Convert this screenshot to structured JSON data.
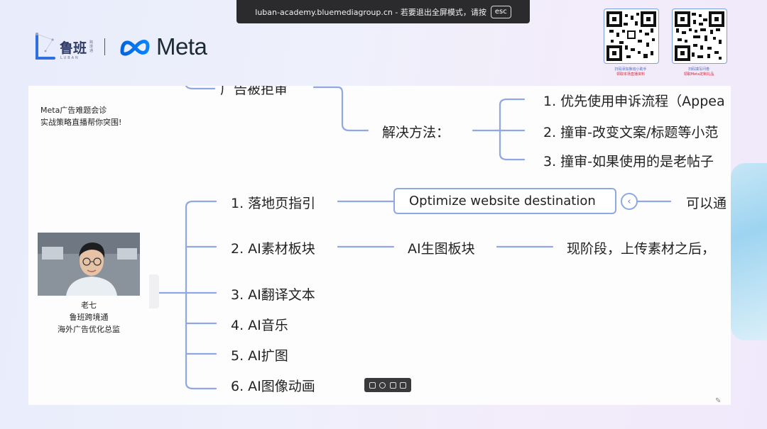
{
  "fullscreen_banner": {
    "text": "luban-academy.bluemediagroup.cn - 若要退出全屏模式，请按",
    "key": "esc"
  },
  "brand": {
    "luban_name": "鲁班",
    "luban_sub": [
      "跨",
      "境",
      "通"
    ],
    "luban_en": "LUBAN",
    "meta_word": "Meta"
  },
  "qr_codes": [
    {
      "caption_line1": "扫码添加鲁班小助手",
      "caption_line2": "领取本场直播资料"
    },
    {
      "caption_line1": "扫码填写问卷",
      "caption_line2": "领取Meta定制礼品"
    }
  ],
  "slide": {
    "left_title_line1": "Meta广告难题会诊",
    "left_title_line2": "实战策略直播帮你突围!",
    "presenter": {
      "name": "老七",
      "org": "鲁班跨境通",
      "role": "海外广告优化总监"
    },
    "mindmap": {
      "top_partial": "广告被拒审",
      "solution_label": "解决方法：",
      "solutions": [
        "1. 优先使用申诉流程（Appea",
        "2. 撞审-改变文案/标题等小范",
        "3. 撞审-如果使用的是老帖子"
      ],
      "items": [
        "1. 落地页指引",
        "2. AI素材板块",
        "3. AI翻译文本",
        "4. AI音乐",
        "5. AI扩图",
        "6. AI图像动画"
      ],
      "optimize_box": "Optimize website destination",
      "optimize_note": "可以通",
      "ai_gen_label": "AI生图板块",
      "ai_gen_note": "现阶段，上传素材之后，"
    }
  },
  "colors": {
    "connector": "#8ea8e3",
    "banner_bg": "#2b2b2d",
    "meta_blue": "#0a7cff"
  }
}
